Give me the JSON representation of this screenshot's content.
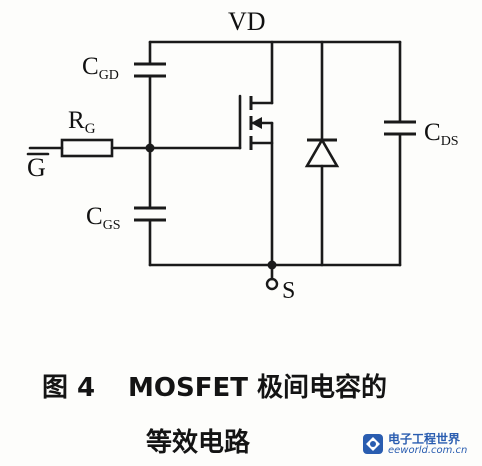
{
  "circuit": {
    "labels": {
      "drain": "VD",
      "source": "S",
      "gate_main": "G",
      "gate_resistor_main": "R",
      "gate_resistor_sub": "G",
      "cgd_main": "C",
      "cgd_sub": "GD",
      "cgs_main": "C",
      "cgs_sub": "GS",
      "cds_main": "C",
      "cds_sub": "DS"
    }
  },
  "caption": {
    "figure_number": "图 4",
    "line1": "MOSFET 极间电容的",
    "line2": "等效电路"
  },
  "watermark": {
    "cn": "电子工程世界",
    "url": "eeworld.com.cn"
  }
}
